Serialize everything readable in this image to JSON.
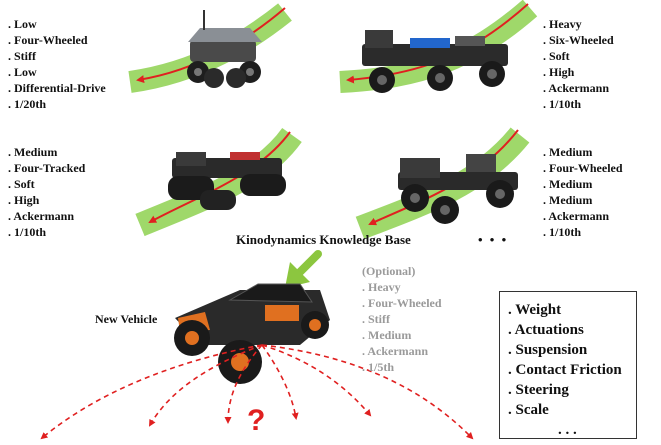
{
  "vehicles": [
    {
      "attributes": [
        ". Low",
        ". Four-Wheeled",
        ". Stiff",
        ". Low",
        ". Differential-Drive",
        ". 1/20th"
      ]
    },
    {
      "attributes": [
        ". Heavy",
        ". Six-Wheeled",
        ". Soft",
        ". High",
        ". Ackermann",
        ". 1/10th"
      ]
    },
    {
      "attributes": [
        ". Medium",
        ". Four-Tracked",
        ". Soft",
        ". High",
        ". Ackermann",
        ". 1/10th"
      ]
    },
    {
      "attributes": [
        ". Medium",
        ". Four-Wheeled",
        ". Medium",
        ". Medium",
        ". Ackermann",
        ". 1/10th"
      ]
    }
  ],
  "knowledge_base_label": "Kinodynamics Knowledge Base",
  "ellipsis": "• • •",
  "new_vehicle_label": "New Vehicle",
  "optional": {
    "header": "(Optional)",
    "attributes": [
      ". Heavy",
      ". Four-Wheeled",
      ". Stiff",
      ". Medium",
      ". Ackermann",
      ". 1/5th"
    ]
  },
  "legend": {
    "items": [
      ". Weight",
      ". Actuations",
      ". Suspension",
      ". Contact Friction",
      ". Steering",
      ". Scale"
    ],
    "ellipsis": ". . ."
  },
  "question_mark": "?",
  "colors": {
    "trajectory": "#e02020",
    "track_band": "#9fd86a",
    "text": "#111111",
    "optional_text": "#9a9a9a",
    "arrow": "#8cc63f"
  }
}
